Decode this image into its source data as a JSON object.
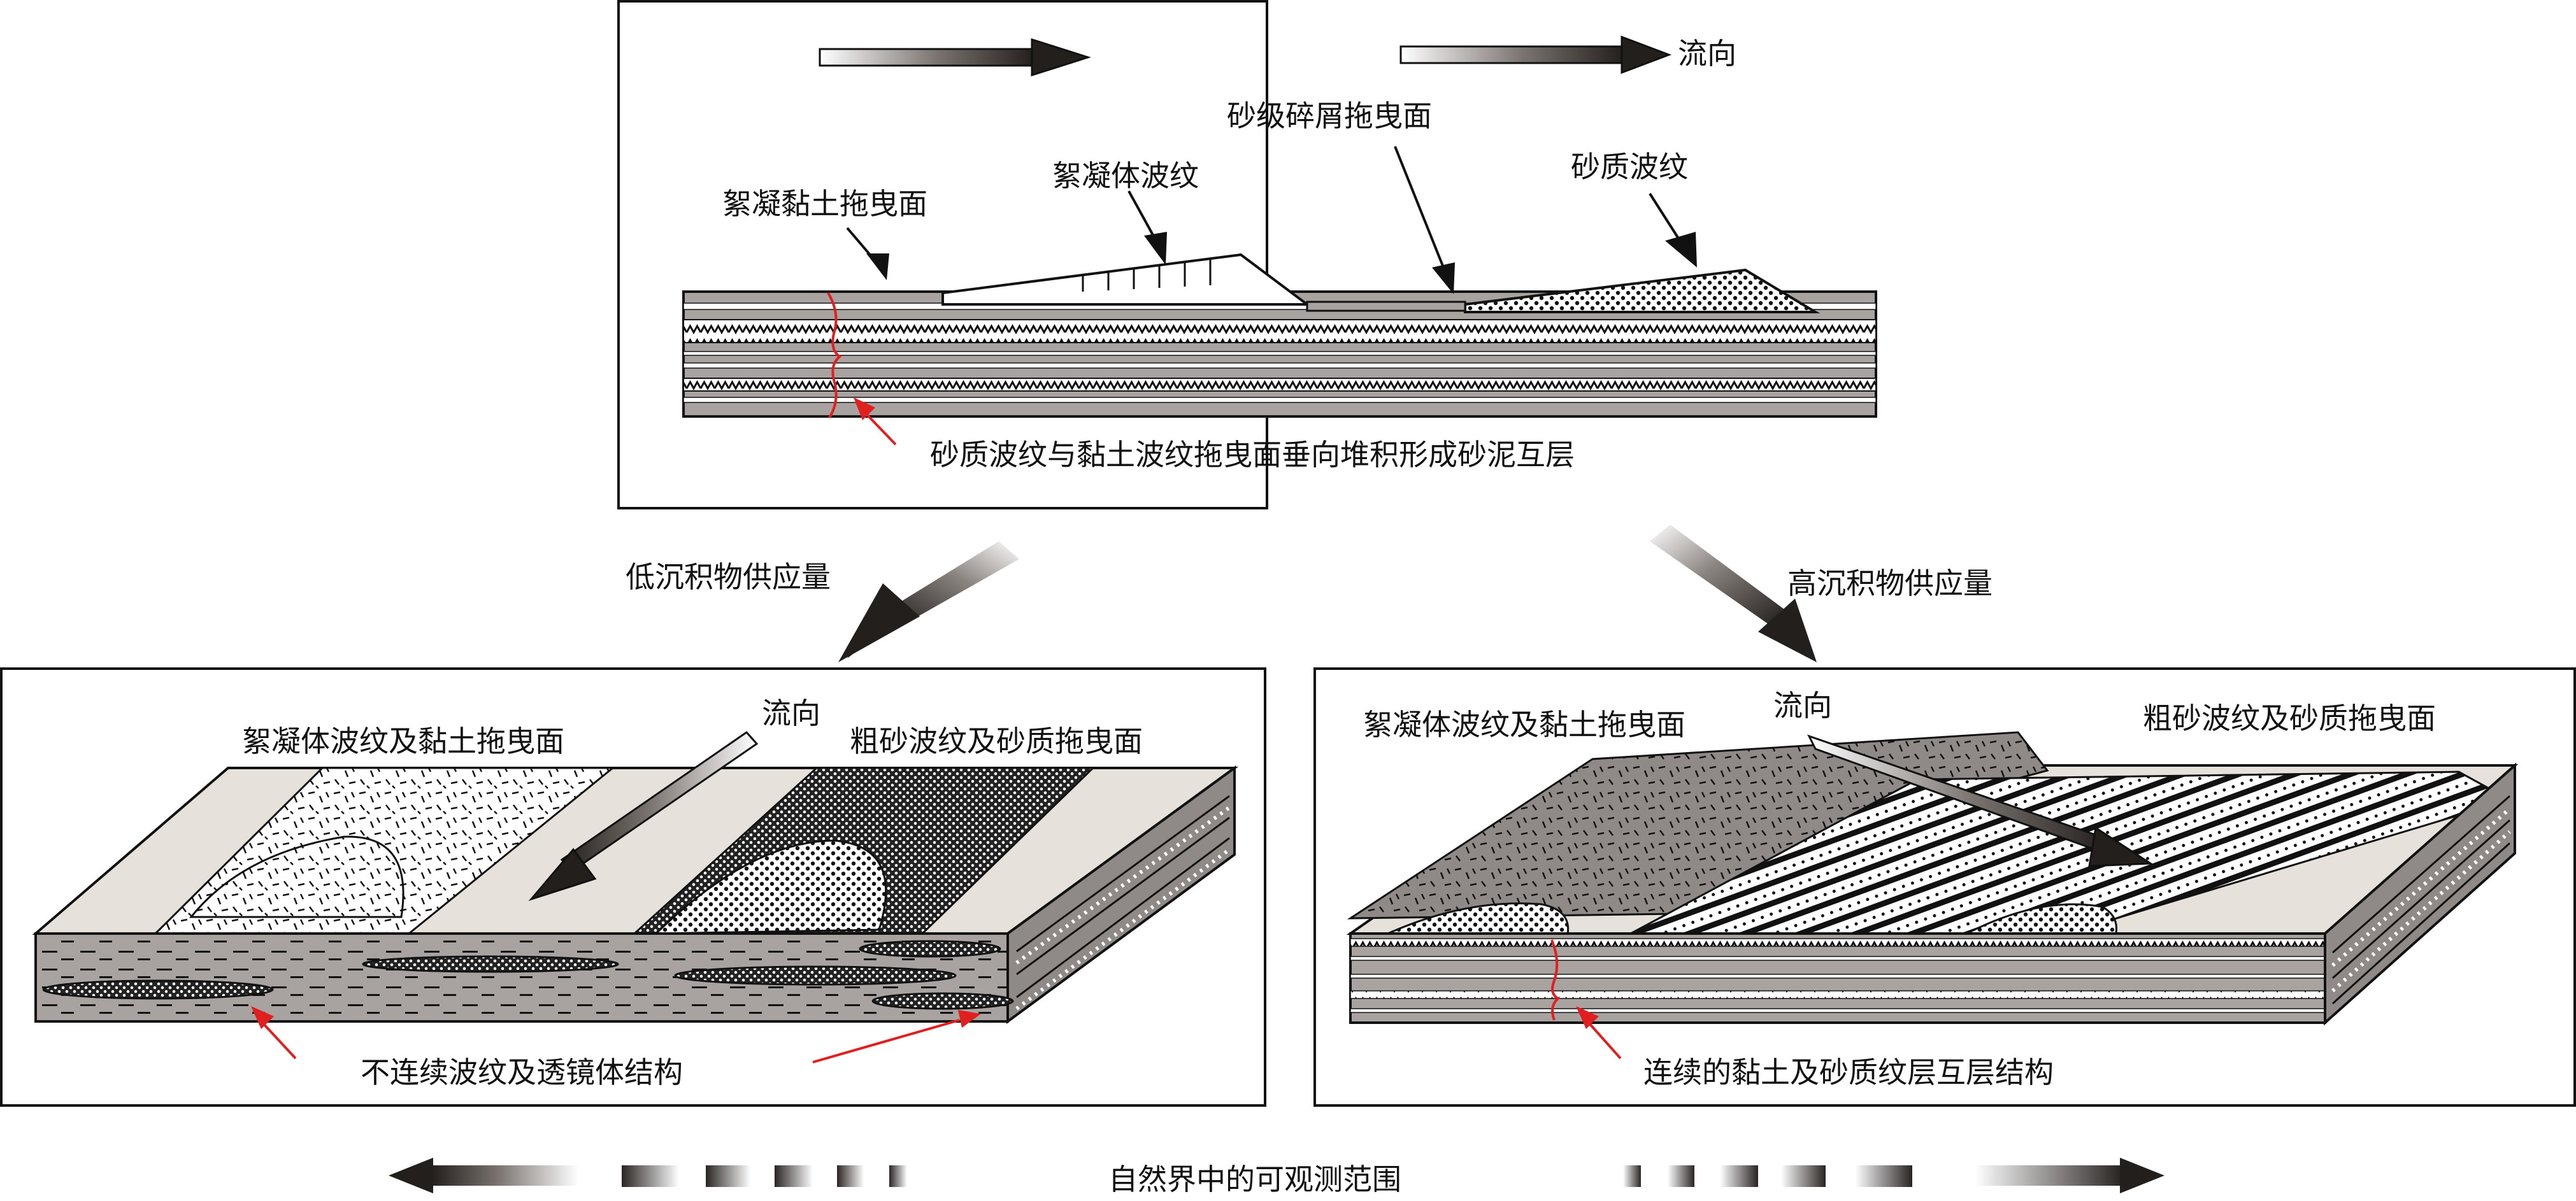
{
  "top_panel": {
    "flow_label": "流向",
    "flocculated_clay_drag_surface": "絮凝黏土拖曳面",
    "floccule_ripple": "絮凝体波纹",
    "sand_debris_drag_surface": "砂级碎屑拖曳面",
    "sand_ripple": "砂质波纹",
    "caption": "砂质波纹与黏土波纹拖曳面垂向堆积形成砂泥互层"
  },
  "transitions": {
    "low_supply": "低沉积物供应量",
    "high_supply": "高沉积物供应量"
  },
  "left_panel": {
    "floccule_ripple_clay_drag": "絮凝体波纹及黏土拖曳面",
    "flow_label": "流向",
    "coarse_sand_ripple_drag": "粗砂波纹及砂质拖曳面",
    "caption": "不连续波纹及透镜体结构"
  },
  "right_panel": {
    "floccule_ripple_clay_drag": "絮凝体波纹及黏土拖曳面",
    "flow_label": "流向",
    "coarse_sand_ripple_drag": "粗砂波纹及砂质拖曳面",
    "caption": "连续的黏土及砂质纹层互层结构"
  },
  "bottom_bar": {
    "caption": "自然界中的可观测范围"
  },
  "colors": {
    "mud": "#a8a3a0",
    "dark_mud": "#8f8a88",
    "surface": "#e6e1db",
    "outline": "#111111",
    "annotation_arrow": "#e02020"
  }
}
